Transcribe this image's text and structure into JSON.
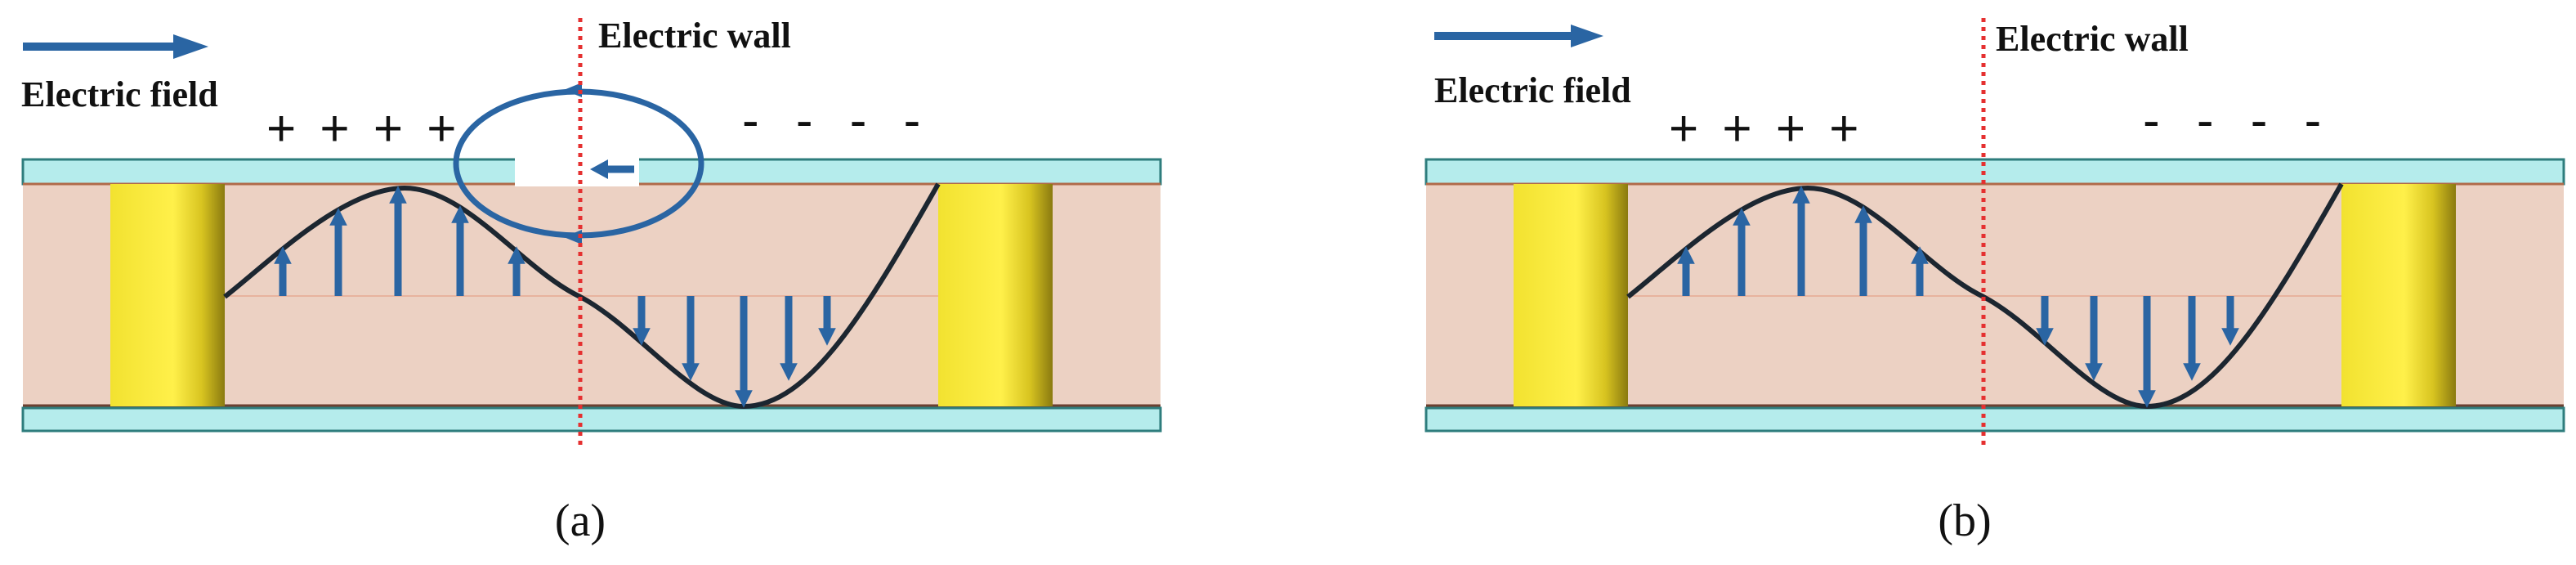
{
  "panels": [
    {
      "id": "a",
      "caption": "(a)",
      "field_label": "Electric field",
      "wall_label": "Electric wall",
      "plus_signs": "+ + + +",
      "minus_signs": "- - - -",
      "has_loop": true
    },
    {
      "id": "b",
      "caption": "(b)",
      "field_label": "Electric field",
      "wall_label": "Electric wall",
      "plus_signs": "+ + + +",
      "minus_signs": "- - - -",
      "has_loop": false
    }
  ],
  "colors": {
    "substrate": "#ecd1c3",
    "metal_layer": "#b5ecec",
    "arrow": "#2a65a3",
    "wall": "#e53030",
    "wave": "#1c2630",
    "via_center": "#fff04a",
    "via_edge": "#8a7a10"
  }
}
